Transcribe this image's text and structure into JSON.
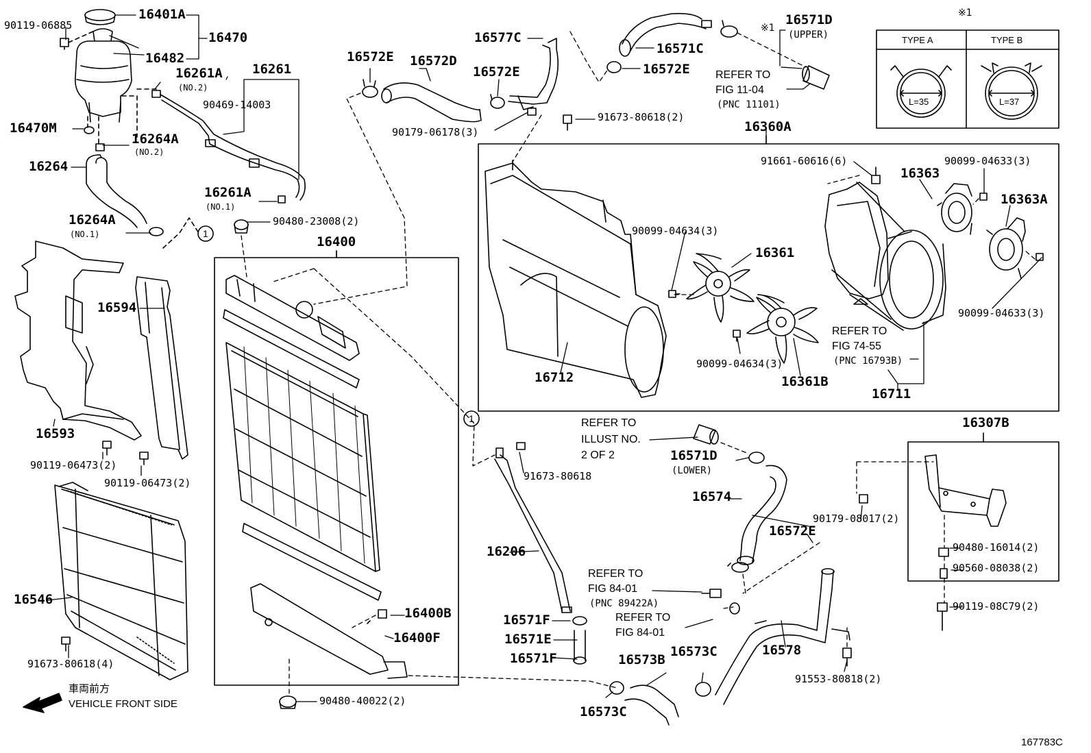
{
  "diagram_id": "167783C",
  "parts": {
    "p_90119_06885": "90119-06885",
    "p_16401A": "16401A",
    "p_16470": "16470",
    "p_16482": "16482",
    "p_16261A_upper": "16261A",
    "p_no2_a": "(NO.2)",
    "p_16261": "16261",
    "p_90469_14003": "90469-14003",
    "p_16470M": "16470M",
    "p_16264A_upper": "16264A",
    "p_no2_b": "(NO.2)",
    "p_16264": "16264",
    "p_16261A_lower": "16261A",
    "p_no1_a": "(NO.1)",
    "p_16264A_lower": "16264A",
    "p_no1_b": "(NO.1)",
    "p_90480_23008": "90480-23008(2)",
    "p_16400": "16400",
    "p_16594": "16594",
    "p_16593": "16593",
    "p_90119_06473_a": "90119-06473(2)",
    "p_90119_06473_b": "90119-06473(2)",
    "p_16546": "16546",
    "p_91673_80618_4": "91673-80618(4)",
    "p_16572E_a": "16572E",
    "p_16572D": "16572D",
    "p_16577C": "16577C",
    "p_16572E_b": "16572E",
    "p_90179_06178": "90179-06178(3)",
    "p_16571C": "16571C",
    "p_16572E_c": "16572E",
    "p_91673_80618_2": "91673-80618(2)",
    "p_16571D_upper": "16571D",
    "p_upper": "(UPPER)",
    "p_16360A": "16360A",
    "p_91661_60616": "91661-60616(6)",
    "p_16363": "16363",
    "p_90099_04633_a": "90099-04633(3)",
    "p_16363A": "16363A",
    "p_90099_04634_a": "90099-04634(3)",
    "p_16361": "16361",
    "p_90099_04633_b": "90099-04633(3)",
    "p_90099_04634_b": "90099-04634(3)",
    "p_16361B": "16361B",
    "p_16712": "16712",
    "p_16711": "16711",
    "p_16571D_lower": "16571D",
    "p_lower": "(LOWER)",
    "p_16574": "16574",
    "p_16572E_d": "16572E",
    "p_16307B": "16307B",
    "p_90179_08017": "90179-08017(2)",
    "p_90480_16014": "90480-16014(2)",
    "p_90560_08038": "90560-08038(2)",
    "p_90119_08C79": "90119-08C79(2)",
    "p_91673_80618_1": "91673-80618",
    "p_16206": "16206",
    "p_16400B": "16400B",
    "p_16400F": "16400F",
    "p_16571F_a": "16571F",
    "p_16571E": "16571E",
    "p_16571F_b": "16571F",
    "p_16573B": "16573B",
    "p_16573C_a": "16573C",
    "p_16573C_b": "16573C",
    "p_16578": "16578",
    "p_91553_80818": "91553-80818(2)",
    "p_90480_40022": "90480-40022(2)"
  },
  "references": {
    "fig_11_04": [
      "REFER TO",
      "FIG 11-04",
      "(PNC 11101)"
    ],
    "fig_74_55": [
      "REFER TO",
      "FIG 74-55",
      "(PNC 16793B)"
    ],
    "illust_2of2": [
      "REFER TO",
      "ILLUST NO.",
      "2 OF 2"
    ],
    "fig_84_01_a": [
      "REFER TO",
      "FIG 84-01",
      "(PNC 89422A)"
    ],
    "fig_84_01_b": [
      "REFER TO",
      "FIG 84-01"
    ]
  },
  "clamp_table": {
    "note_mark": "※1",
    "type_a": "TYPE A",
    "type_b": "TYPE B",
    "l_a": "L=35",
    "l_b": "L=37"
  },
  "note_ref": "※1",
  "node_marker": "1",
  "front": {
    "jp": "車両前方",
    "en": "VEHICLE FRONT SIDE"
  }
}
